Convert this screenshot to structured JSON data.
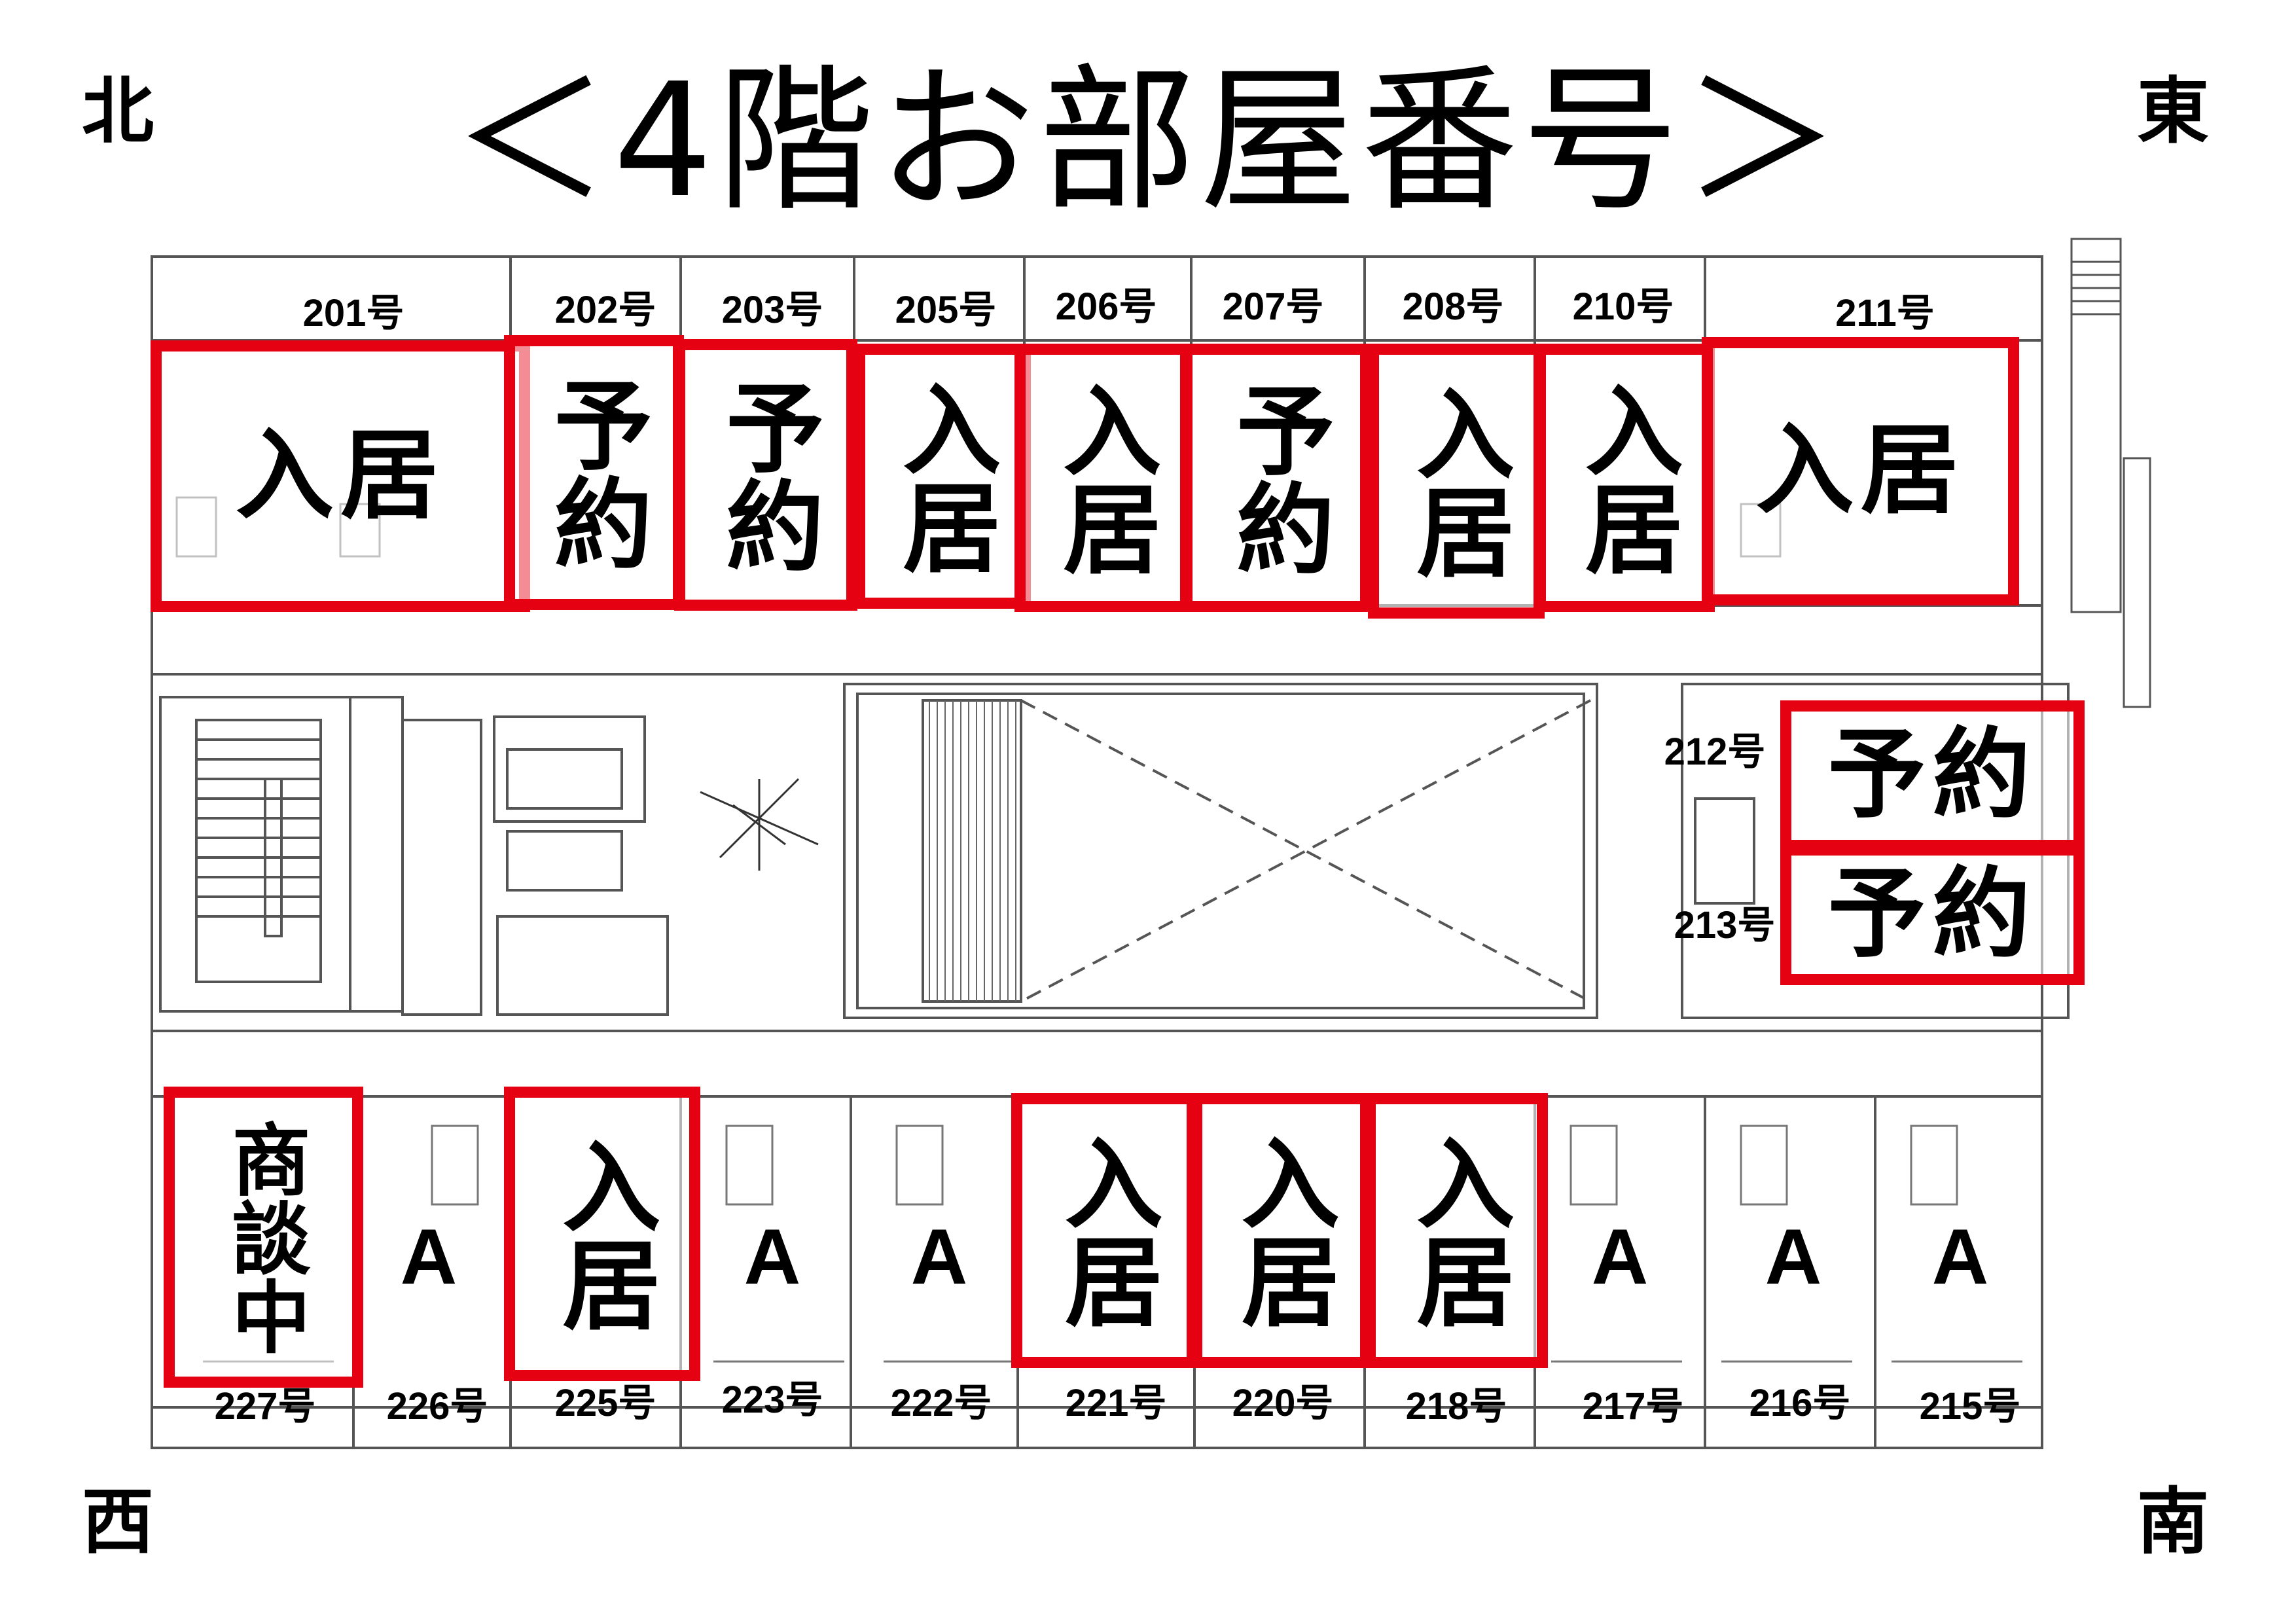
{
  "title": "＜4階お部屋番号＞",
  "directions": {
    "nw": "北",
    "ne": "東",
    "sw": "西",
    "se": "南"
  },
  "colors": {
    "highlight": "#e50012",
    "plan_line": "#555555"
  },
  "rooms_top": [
    {
      "number": "201号",
      "status": "入居"
    },
    {
      "number": "202号",
      "status": "予約"
    },
    {
      "number": "203号",
      "status": "予約"
    },
    {
      "number": "205号",
      "status": "入居"
    },
    {
      "number": "206号",
      "status": "入居"
    },
    {
      "number": "207号",
      "status": "予約"
    },
    {
      "number": "208号",
      "status": "入居"
    },
    {
      "number": "210号",
      "status": "入居"
    },
    {
      "number": "211号",
      "status": "入居"
    }
  ],
  "rooms_east": [
    {
      "number": "212号",
      "status": "予約"
    },
    {
      "number": "213号",
      "status": "予約"
    }
  ],
  "rooms_bottom": [
    {
      "number": "227号",
      "status": "商談中"
    },
    {
      "number": "226号",
      "status": "A"
    },
    {
      "number": "225号",
      "status": "入居"
    },
    {
      "number": "223号",
      "status": "A"
    },
    {
      "number": "222号",
      "status": "A"
    },
    {
      "number": "221号",
      "status": "入居"
    },
    {
      "number": "220号",
      "status": "入居"
    },
    {
      "number": "218号",
      "status": "入居"
    },
    {
      "number": "217号",
      "status": "A"
    },
    {
      "number": "216号",
      "status": "A"
    },
    {
      "number": "215号",
      "status": "A"
    }
  ]
}
